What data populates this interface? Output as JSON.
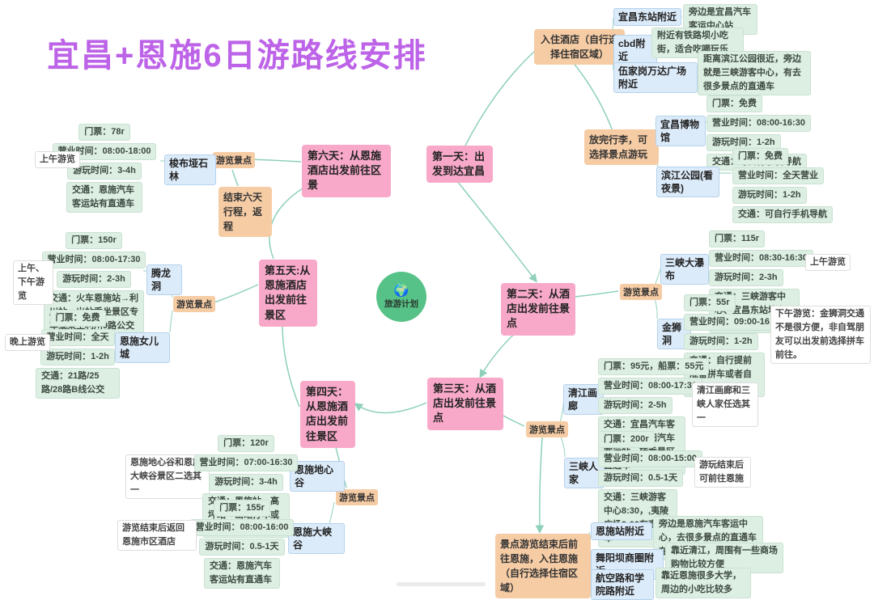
{
  "title": "宜昌+恩施6日游路线安排",
  "center": {
    "label": "旅游计划",
    "icon": "globe-icon"
  },
  "shared": {
    "tour_spots": "游览景点"
  },
  "colors": {
    "title": "#bd63e8",
    "day_node": "#f8a9c9",
    "step_node": "#f6cca5",
    "spot_label": "#dcebfa",
    "detail_box": "#ddeee3",
    "note_box": "#ffffff",
    "connector": "#8ed0b9",
    "center_circle": "#57c287"
  },
  "day1": {
    "label": "第一天：出发到达宜昌",
    "hotel": "入住酒店（自行选择住宿区域）",
    "areas": [
      {
        "name": "宜昌东站附近",
        "note": "旁边是宜昌汽车客运中心站"
      },
      {
        "name": "cbd附近",
        "note": "附近有铁路坝小吃街，适合吃喝玩乐"
      },
      {
        "name": "伍家岗万达广场附近",
        "note": "距离滨江公园很近，旁边就是三峡游客中心，有去很多景点的直通车"
      }
    ],
    "luggage": "放完行李，可选择景点游玩",
    "spots": [
      {
        "name": "宜昌博物馆",
        "ticket": "门票：免费",
        "hours": "营业时间：08:00-16:30",
        "duration": "游玩时间：1-2h",
        "transport": "交通：可自行手机导航"
      },
      {
        "name": "滨江公园(看夜景)",
        "ticket": "门票：免费",
        "hours": "营业时间：全天营业",
        "duration": "游玩时间：1-2h",
        "transport": "交通：可自行手机导航"
      }
    ]
  },
  "day2": {
    "label": "第二天：从酒店出发前往景点",
    "spots": [
      {
        "name": "三峡大瀑布",
        "ticket": "门票：115r",
        "hours": "营业时间：08:30-16:30",
        "duration": "游玩时间：2-3h",
        "transport": "交通：三峡游客中心、宜昌东站均有直通车",
        "note": "上午游览"
      },
      {
        "name": "金狮洞",
        "ticket": "门票：55r",
        "hours": "营业时间：09:00-16:30",
        "duration": "游玩时间：1-2h",
        "transport": "交通：自行提前准备拼车或者自驾",
        "note": "下午游览：金狮洞交通不是很方便，非自驾朋友可以出发前选择拼车前往。"
      }
    ]
  },
  "day3": {
    "label": "第三天：从酒店出发前往景点",
    "spots": [
      {
        "name": "清江画廊",
        "ticket": "门票：95元，船票：55元",
        "hours": "营业时间：08:00-17:30",
        "duration": "游玩时间：2-5h",
        "transport": "交通：宜昌汽车客运中心→长阳汽车客运站→转乘景区直通车",
        "note": "清江画廊和三峡人家任选其一"
      },
      {
        "name": "三峡人家",
        "ticket": "门票：200r",
        "hours": "营业时间：08:00-15:00",
        "duration": "游玩时间：0.5-1天",
        "transport": "交通：三峡游客中心8:30，,夷陵广场9:00有直通车",
        "note": "游玩结束后可前往恩施"
      }
    ],
    "to_enshi": "景点游览结束后前往恩施，入住恩施（自行选择住宿区域）",
    "areas": [
      {
        "name": "恩施站附近",
        "note": "旁边是恩施汽车客运中心，去很多景点的直通车在这里"
      },
      {
        "name": "舞阳坝商圈附近",
        "note": "靠近清江，周围有一些商场购物比较方便"
      },
      {
        "name": "航空路和学院路附近",
        "note": "靠近恩施很多大学，周边的小吃比较多"
      }
    ]
  },
  "day4": {
    "label": "第四天： 从恩施酒店出发前往景区",
    "choose_note": "恩施地心谷和恩施大峡谷景区二选其一",
    "return_note": "游览结束后返回恩施市区酒店",
    "spots": [
      {
        "name": "恩施地心谷",
        "ticket": "门票：120r",
        "hours": "营业时间：07:00-16:30",
        "duration": "游玩时间：3-4h",
        "transport": "交通：恩施站→高坪站→出站打车或乘坐班车"
      },
      {
        "name": "恩施大峡谷",
        "ticket": "门票：155r",
        "hours": "营业时间：08:00-16:00",
        "duration": "游玩时间：0.5-1天",
        "transport": "交通：恩施汽车客运站有直通车"
      }
    ]
  },
  "day5": {
    "label": "第五天:从恩施酒店出发前往景区",
    "spots": [
      {
        "name": "腾龙洞",
        "ticket": "门票：150r",
        "hours": "营业时间：08:00-17:30",
        "duration": "游玩时间：2-3h",
        "transport": "交通：火车恩施站→利川站→出站乘坐景区专车或乘坐利川9路公交",
        "note": "上午、下午游览"
      },
      {
        "name": "恩施女儿城",
        "ticket": "门票：免费",
        "hours": "营业时间：全天",
        "duration": "游玩时间：1-2h",
        "transport": "交通：21路/25路/28路B线公交",
        "note": "晚上游览"
      }
    ]
  },
  "day6": {
    "label": "第六天：从恩施酒店出发前往区景",
    "end": "结束六天行程，返程",
    "spots": [
      {
        "name": "梭布垭石林",
        "ticket": "门票：78r",
        "hours": "营业时间：08:00-18:00",
        "duration": "游玩时间：3-4h",
        "transport": "交通：恩施汽车客运站有直通车",
        "note": "上午游览"
      }
    ]
  }
}
